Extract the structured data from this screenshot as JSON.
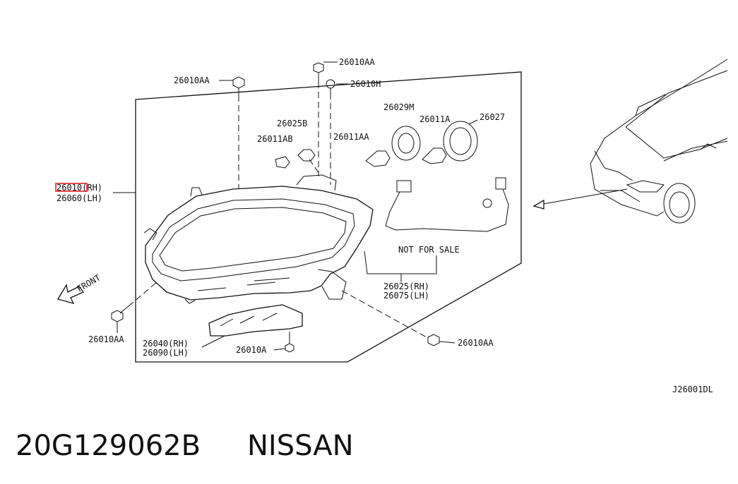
{
  "labels": {
    "top_bolt": "26010AA",
    "left_bolt": "26010AA",
    "clip": "26010H",
    "bulb_25b": "26025B",
    "bulb_11ab": "26011AB",
    "socket_29m": "26029M",
    "socket_11a": "26011A",
    "cap_27": "26027",
    "bulb_11aa": "26011AA",
    "headlamp_rh": "26010(RH)",
    "headlamp_lh": "26060(LH)",
    "not_for_sale": "NOT FOR SALE",
    "harness_rh": "26025(RH)",
    "harness_lh": "26075(LH)",
    "bracket_rh": "26040(RH)",
    "bracket_lh": "26090(LH)",
    "bottom_screw": "26010A",
    "lower_left_bolt": "26010AA",
    "lower_right_bolt": "26010AA",
    "front": "FRONT",
    "diagram_code": "J26001DL"
  },
  "footer": {
    "part_number": "20G129062B",
    "brand": "NISSAN"
  },
  "highlight_color": "#e02020"
}
